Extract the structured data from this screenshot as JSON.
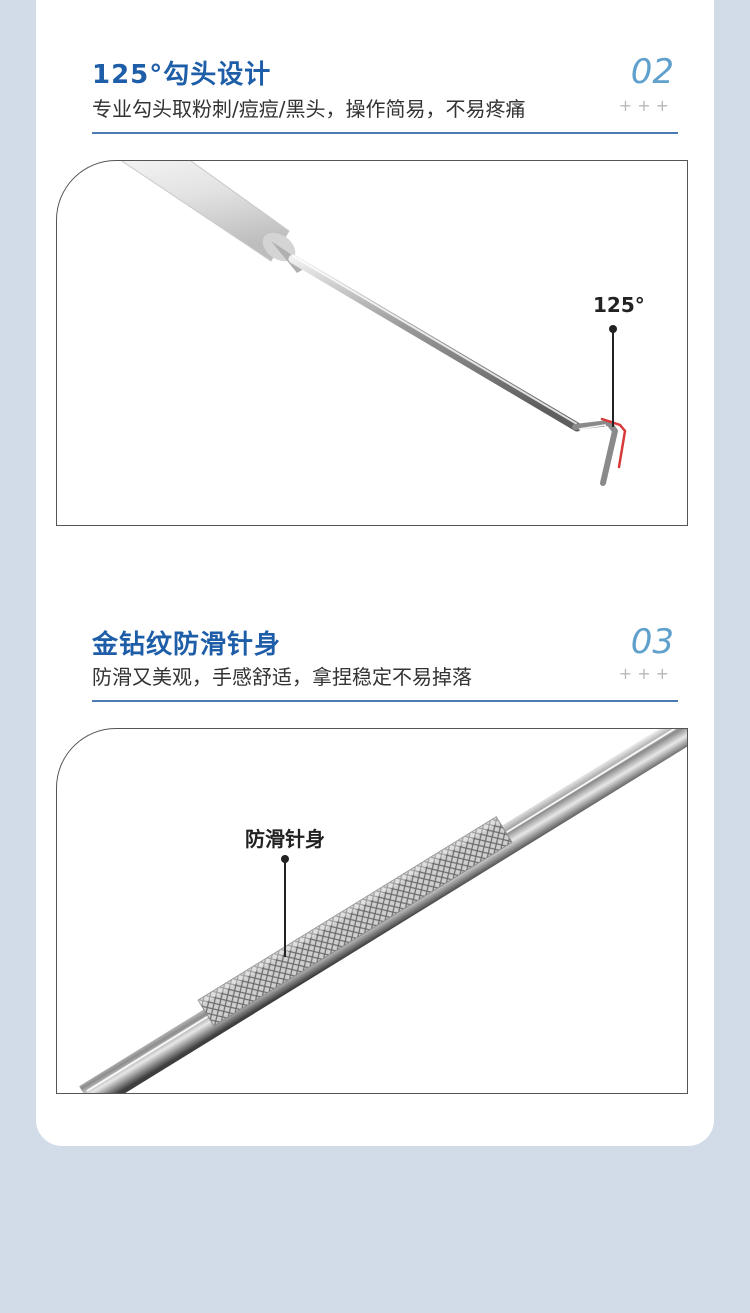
{
  "section2": {
    "title": "125°勾头设计",
    "subtitle": "专业勾头取粉刺/痘痘/黑头，操作简易，不易疼痛",
    "number": "02",
    "plus": "+++",
    "callout": "125°"
  },
  "section3": {
    "title": "金钻纹防滑针身",
    "subtitle": "防滑又美观，手感舒适，拿捏稳定不易掉落",
    "number": "03",
    "plus": "+++",
    "callout": "防滑针身"
  },
  "colors": {
    "accent": "#1e5ea8",
    "number": "#5fa0cc",
    "background": "#d2dce8",
    "hook_highlight": "#d83a3a"
  }
}
